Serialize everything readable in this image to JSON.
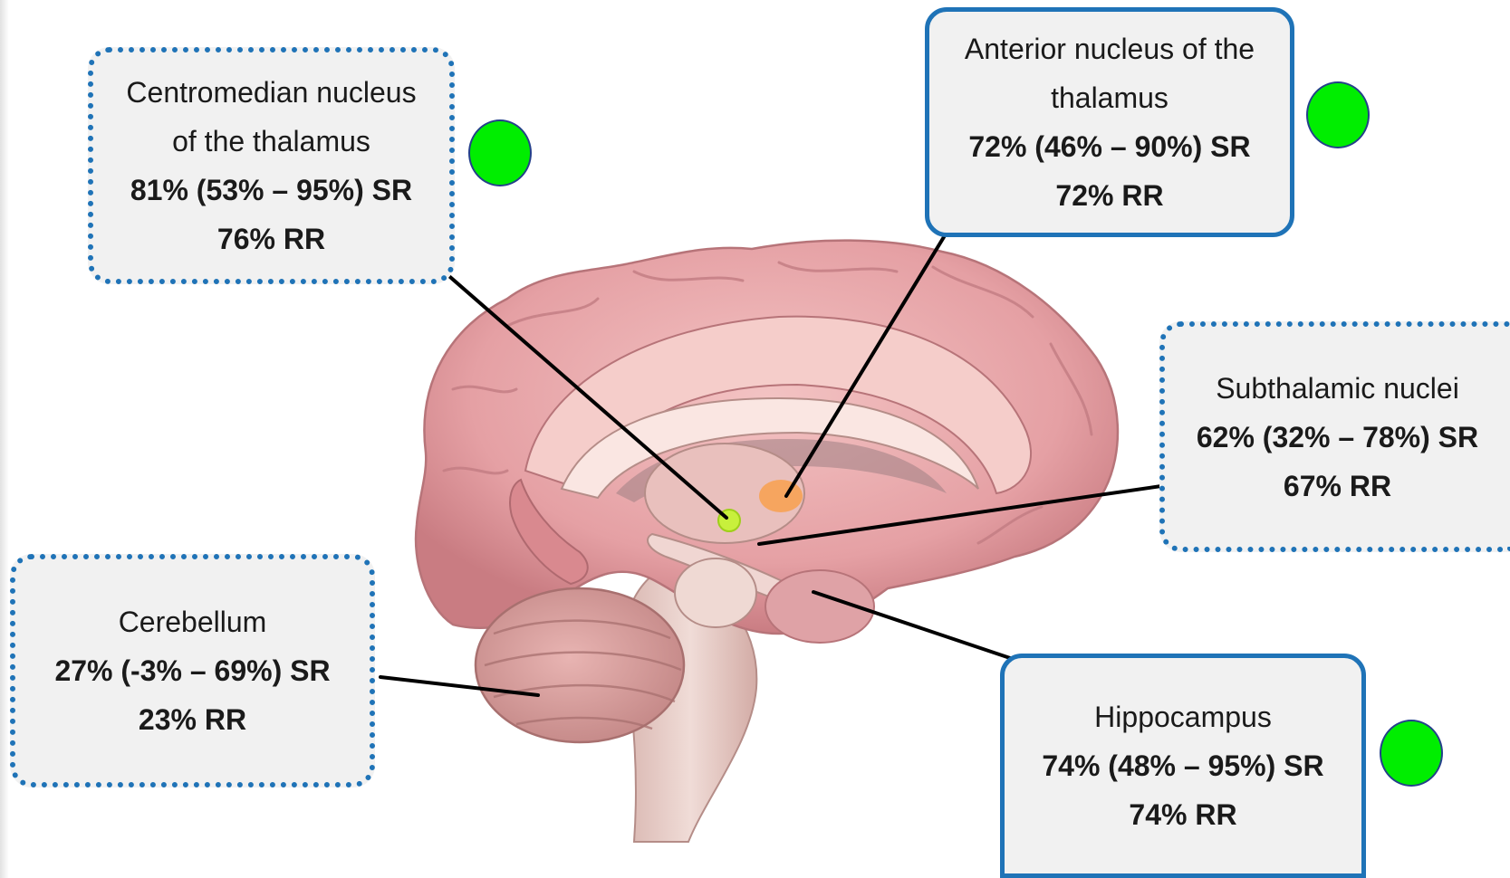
{
  "labels": {
    "centromedian": {
      "name_line1": "Centromedian nucleus",
      "name_line2": "of the thalamus",
      "sr": "81% (53% – 95%) SR",
      "rr": "76% RR",
      "border": "dotted",
      "marker": true
    },
    "anterior": {
      "name_line1": "Anterior nucleus of the",
      "name_line2": "thalamus",
      "sr": "72% (46% – 90%) SR",
      "rr": "72% RR",
      "border": "solid",
      "marker": true
    },
    "subthalamic": {
      "name_line1": "Subthalamic nuclei",
      "sr": "62% (32% – 78%) SR",
      "rr": "67% RR",
      "border": "dotted",
      "marker": false
    },
    "cerebellum": {
      "name_line1": "Cerebellum",
      "sr": "27% (-3% – 69%) SR",
      "rr": "23% RR",
      "border": "dotted",
      "marker": false
    },
    "hippocampus": {
      "name_line1": "Hippocampus",
      "sr": "74% (48% – 95%) SR",
      "rr": "74% RR",
      "border": "solid",
      "marker": true
    }
  },
  "colors": {
    "box_border": "#1f73b7",
    "box_fill": "#f1f1f1",
    "marker_fill": "#00ee00",
    "marker_stroke": "#24408a",
    "leader_line": "#000000",
    "brain_tissue": "#e8a3a8",
    "centromedian_highlight": "#c8f03c",
    "anterior_highlight": "#f7a35a"
  },
  "icons": {
    "marker": "green-circle-icon",
    "anatomy": "brain-sagittal-illustration"
  }
}
